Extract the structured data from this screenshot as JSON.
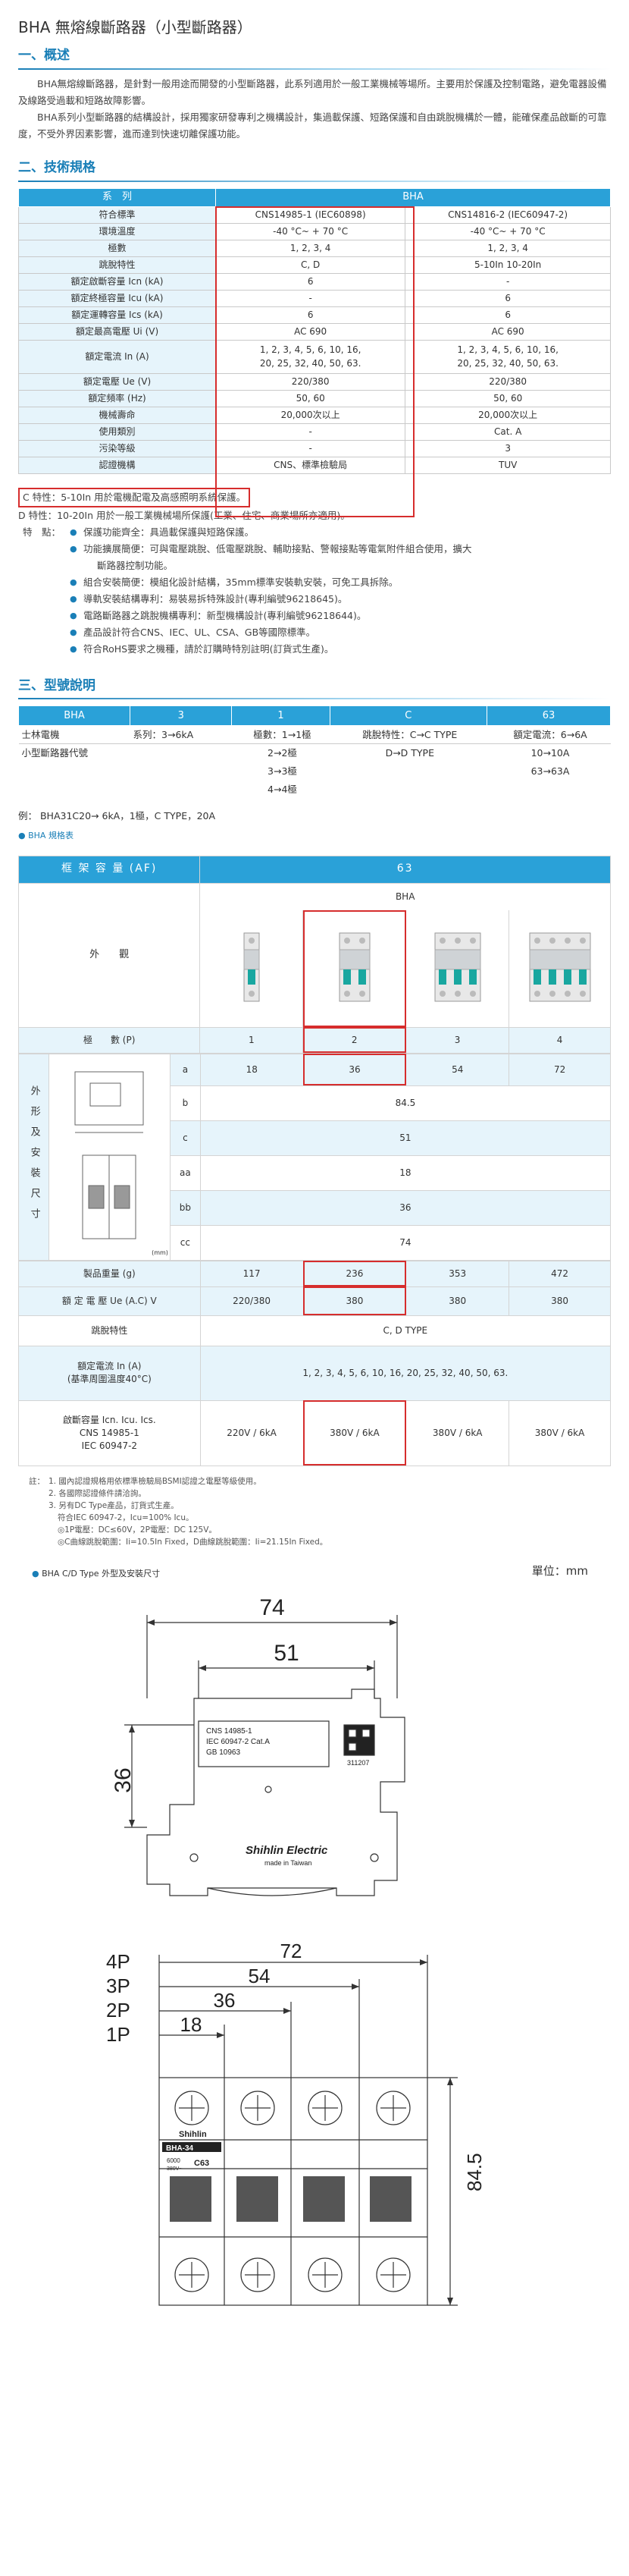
{
  "title": "BHA 無熔線斷路器（小型斷路器）",
  "overview": {
    "heading": "一、概述",
    "p1": "BHA無熔線斷路器，是針對一般用途而開發的小型斷路器，此系列適用於一般工業機械等場所。主要用於保護及控制電路，避免電器設備及線路受過載和短路故障影響。",
    "p2": "BHA系列小型斷路器的結構設計，採用獨家研發專利之機構設計，集過載保護、短路保護和自由跳脫機構於一體，能確保產品啟斷的可靠度，不受外界因素影響，進而達到快速切離保護功能。"
  },
  "spec": {
    "heading": "二、技術規格",
    "col_series": "系　列",
    "col_model": "BHA",
    "rows": [
      {
        "label": "符合標準",
        "a": "CNS14985-1 (IEC60898)",
        "b": "CNS14816-2 (IEC60947-2)"
      },
      {
        "label": "環境溫度",
        "a": "-40 °C~ + 70 °C",
        "b": "-40 °C~ + 70 °C"
      },
      {
        "label": "極數",
        "a": "1, 2, 3, 4",
        "b": "1, 2, 3, 4"
      },
      {
        "label": "跳脫特性",
        "a": "C, D",
        "b": "5-10In  10-20In"
      },
      {
        "label": "額定啟斷容量 Icn (kA)",
        "a": "6",
        "b": "-"
      },
      {
        "label": "額定終極容量 Icu (kA)",
        "a": "-",
        "b": "6"
      },
      {
        "label": "額定運轉容量 Ics (kA)",
        "a": "6",
        "b": "6"
      },
      {
        "label": "額定最高電壓 Ui (V)",
        "a": "AC 690",
        "b": "AC 690"
      },
      {
        "label": "額定電流 In (A)",
        "a": "1, 2, 3, 4, 5, 6, 10, 16,",
        "a2": "20, 25, 32, 40, 50, 63.",
        "b": "1, 2, 3, 4, 5, 6, 10, 16,",
        "b2": "20, 25, 32, 40, 50, 63."
      },
      {
        "label": "額定電壓 Ue (V)",
        "a": "220/380",
        "b": "220/380"
      },
      {
        "label": "額定頻率 (Hz)",
        "a": "50, 60",
        "b": "50, 60"
      },
      {
        "label": "機械壽命",
        "a": "20,000次以上",
        "b": "20,000次以上"
      },
      {
        "label": "使用類別",
        "a": "-",
        "b": "Cat. A"
      },
      {
        "label": "污染等級",
        "a": "-",
        "b": "3"
      },
      {
        "label": "認證機構",
        "a": "CNS、標準檢驗局",
        "b": "TUV"
      }
    ]
  },
  "features": {
    "c_line": "C 特性：5-10In 用於電機配電及高感照明系統保護。",
    "d_line": "D 特性：10-20In 用於一般工業機械場所保護(工業、住宅、商業場所亦適用)。",
    "label": "特　點：",
    "items": [
      "保護功能齊全：具過載保護與短路保護。",
      "功能擴展簡便：可與電壓跳脫、低電壓跳脫、輔助接點、警報接點等電氣附件組合使用，擴大",
      "斷路器控制功能。",
      "組合安裝簡便：模組化設計結構，35mm標準安裝軌安裝，可免工具拆除。",
      "導軌安裝結構專利：易裝易拆特殊設計(專利編號96218645)。",
      "電路斷路器之跳脫機構專利：新型機構設計(專利編號96218644)。",
      "產品設計符合CNS、IEC、UL、CSA、GB等國際標準。",
      "符合RoHS要求之機種，請於訂購時特別註明(訂貨式生產)。"
    ]
  },
  "model": {
    "heading": "三、型號說明",
    "headers": [
      "BHA",
      "3",
      "1",
      "C",
      "63"
    ],
    "row1": [
      "士林電機",
      "系列：3→6kA",
      "極數：1→1極",
      "跳脫特性：C→C TYPE",
      "額定電流：6→6A"
    ],
    "row2": [
      "小型斷路器代號",
      "",
      "2→2極",
      "D→D TYPE",
      "10→10A"
    ],
    "row3": [
      "",
      "",
      "3→3極",
      "",
      "63→63A"
    ],
    "row4": [
      "",
      "",
      "4→4極",
      "",
      ""
    ],
    "example": "例：  BHA31C20→ 6kA，1極，C TYPE，20A",
    "caption": "BHA 規格表"
  },
  "big": {
    "frame_label": "框 架 容 量  (AF)",
    "frame_value": "63",
    "series": "BHA",
    "appearance": "外　　觀",
    "poles_label": "極　　數  (P)",
    "poles": [
      "1",
      "2",
      "3",
      "4"
    ],
    "side_label": "外形及安裝尺寸",
    "dim_unit": "(mm)",
    "dims": [
      {
        "k": "a",
        "v": [
          "18",
          "36",
          "54",
          "72"
        ]
      },
      {
        "k": "b",
        "v": "84.5"
      },
      {
        "k": "c",
        "v": "51"
      },
      {
        "k": "aa",
        "v": "18"
      },
      {
        "k": "bb",
        "v": "36"
      },
      {
        "k": "cc",
        "v": "74"
      }
    ],
    "weight_label": "製品重量 (g)",
    "weight": [
      "117",
      "236",
      "353",
      "472"
    ],
    "volt_label": "額 定 電 壓  Ue (A.C) V",
    "volt": [
      "220/380",
      "380",
      "380",
      "380"
    ],
    "trip_label": "跳脫特性",
    "trip": "C, D TYPE",
    "rated_label1": "額定電流 In (A)",
    "rated_label2": "(基準周圍溫度40°C)",
    "rated": "1, 2, 3, 4, 5, 6, 10, 16, 20, 25, 32, 40, 50, 63.",
    "break_label": [
      "啟斷容量 Icn. Icu. Ics.",
      "CNS 14985-1",
      "IEC 60947-2"
    ],
    "break": [
      "220V / 6kA",
      "380V / 6kA",
      "380V / 6kA",
      "380V / 6kA"
    ]
  },
  "notes": {
    "prefix": "註：",
    "lines": [
      "1. 國內認證規格用依標準檢驗局BSMI認證之電壓等級使用。",
      "2. 各國際認證條件請洽詢。",
      "3. 另有DC Type產品，訂貨式生產。",
      "符合IEC 60947-2，Icu=100% Icu。",
      "◎1P電壓：DC≤60V，2P電壓：DC 125V。",
      "◎C曲線跳脫範圍：Ii=10.5In Fixed，D曲線跳脫範圍：Ii=21.15In Fixed。"
    ]
  },
  "drawing1": {
    "caption": "BHA C/D Type 外型及安裝尺寸",
    "unit": "單位：mm",
    "d74": "74",
    "d51": "51",
    "d36": "36",
    "label_lines": [
      "CNS 14985-1",
      "IEC 60947-2  Cat.A",
      "GB 10963"
    ],
    "serial": "311207",
    "brand": "Shihlin Electric",
    "made": "made in Taiwan"
  },
  "drawing2": {
    "poles": [
      "4P",
      "3P",
      "2P",
      "1P"
    ],
    "widths": [
      "72",
      "54",
      "36",
      "18"
    ],
    "height": "84.5",
    "brand": "Shihlin",
    "model": "BHA-34",
    "rating": "C63",
    "spec": "6000",
    "volt": "380V~"
  },
  "colors": {
    "accent": "#2aa1d8",
    "heading": "#1a7fb7",
    "red_box": "#d62d2d",
    "label_bg": "#e6f4fb"
  }
}
